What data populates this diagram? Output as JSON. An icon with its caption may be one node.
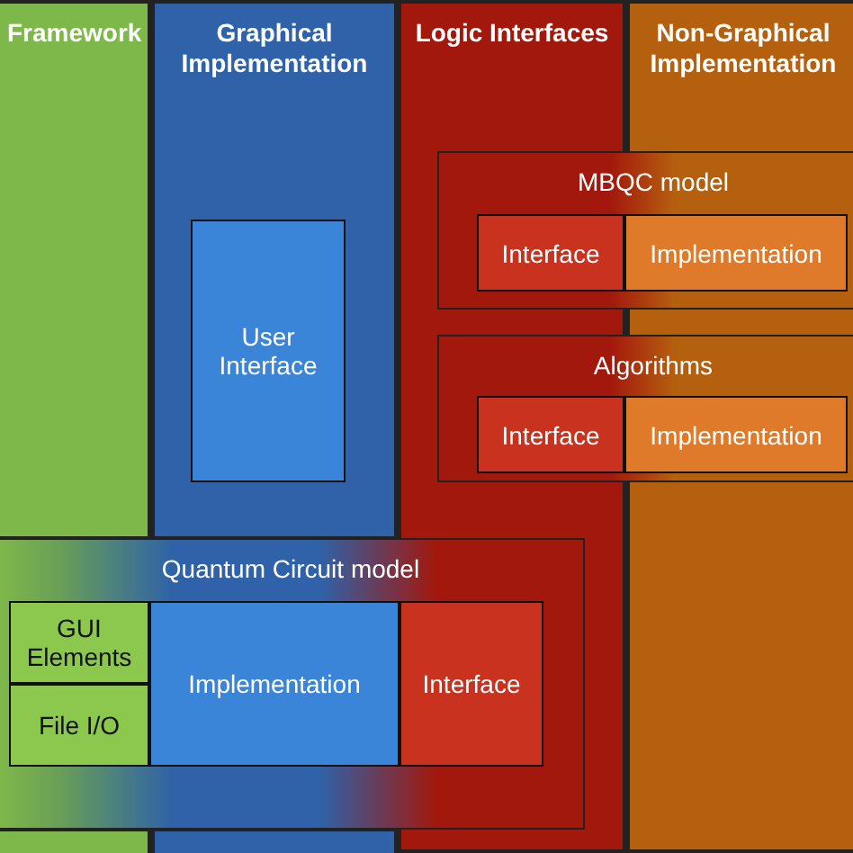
{
  "diagram": {
    "nodes": [
      {
        "text": [
          "Framework"
        ]
      },
      {
        "text": [
          "Graphical Implementation"
        ]
      },
      {
        "text": [
          "Logic Interfaces"
        ]
      },
      {
        "text": [
          "Non-Graphical Implementation"
        ]
      },
      {
        "text": [
          "User Interface"
        ],
        "in": 1
      },
      {
        "text": [
          "MBQC model"
        ]
      },
      {
        "text": [
          "Interface"
        ]
      },
      {
        "text": [
          "Implementation"
        ]
      },
      {
        "text": [
          "Algorithms"
        ]
      },
      {
        "text": [
          "Interface"
        ]
      },
      {
        "text": [
          "Implementation"
        ]
      },
      {
        "text": [
          "Quantum Circuit model"
        ]
      },
      {
        "text": [
          "GUI Elements"
        ],
        "in": 11
      },
      {
        "text": [
          "File I/O"
        ],
        "in": 11
      },
      {
        "text": [
          "Implementation"
        ],
        "in": 11
      },
      {
        "text": [
          "Interface"
        ]
      }
    ],
    "edges": []
  }
}
